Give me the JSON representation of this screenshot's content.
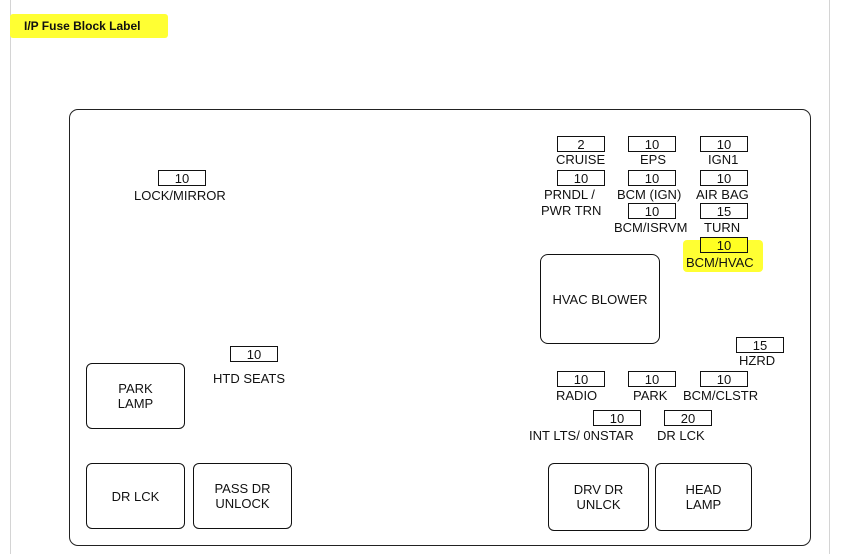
{
  "title": "I/P Fuse Block Label",
  "colors": {
    "highlight": "#ffff33",
    "outline": "#222222"
  },
  "fuses": {
    "cruise": {
      "amps": "2",
      "label": "CRUISE"
    },
    "eps": {
      "amps": "10",
      "label": "EPS"
    },
    "ign1": {
      "amps": "10",
      "label": "IGN1"
    },
    "prndl": {
      "amps": "10",
      "label_line1": "PRNDL /",
      "label_line2": "PWR  TRN"
    },
    "bcm_ign": {
      "amps": "10",
      "label": "BCM (IGN)"
    },
    "air_bag": {
      "amps": "10",
      "label": "AIR BAG"
    },
    "bcm_isrvm": {
      "amps": "10",
      "label": "BCM/ISRVM"
    },
    "turn": {
      "amps": "15",
      "label": "TURN"
    },
    "bcm_hvac": {
      "amps": "10",
      "label": "BCM/HVAC"
    },
    "lock_mirror": {
      "amps": "10",
      "label": "LOCK/MIRROR"
    },
    "htd_seats": {
      "amps": "10",
      "label": "HTD SEATS"
    },
    "hzrd": {
      "amps": "15",
      "label": "HZRD"
    },
    "radio": {
      "amps": "10",
      "label": "RADIO"
    },
    "park": {
      "amps": "10",
      "label": "PARK"
    },
    "bcm_clstr": {
      "amps": "10",
      "label": "BCM/CLSTR"
    },
    "int_lts": {
      "amps": "10",
      "label": "INT LTS/ 0NSTAR"
    },
    "dr_lck": {
      "amps": "20",
      "label": "DR  LCK"
    }
  },
  "relays": {
    "hvac_blower": "HVAC BLOWER",
    "park_lamp_line1": "PARK",
    "park_lamp_line2": "LAMP",
    "dr_lck": "DR LCK",
    "pass_dr_unlock_line1": "PASS DR",
    "pass_dr_unlock_line2": "UNLOCK",
    "drv_dr_unlck_line1": "DRV DR",
    "drv_dr_unlck_line2": "UNLCK",
    "head_lamp_line1": "HEAD",
    "head_lamp_line2": "LAMP"
  }
}
